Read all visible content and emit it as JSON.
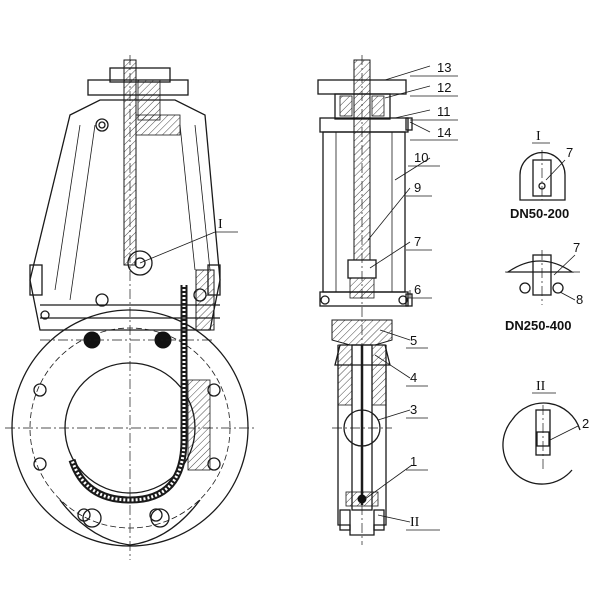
{
  "callouts": [
    "13",
    "12",
    "11",
    "14",
    "10",
    "9",
    "7",
    "6",
    "5",
    "4",
    "3",
    "1",
    "II"
  ],
  "left_view": {
    "section_marker": "I"
  },
  "details": {
    "detail_I_title": "I",
    "detail_I_part": "7",
    "detail_I_label_small": "DN50-200",
    "detail_I_part_a": "7",
    "detail_I_part_b": "8",
    "detail_I_label_large": "DN250-400",
    "detail_II_title": "II",
    "detail_II_part": "2"
  }
}
